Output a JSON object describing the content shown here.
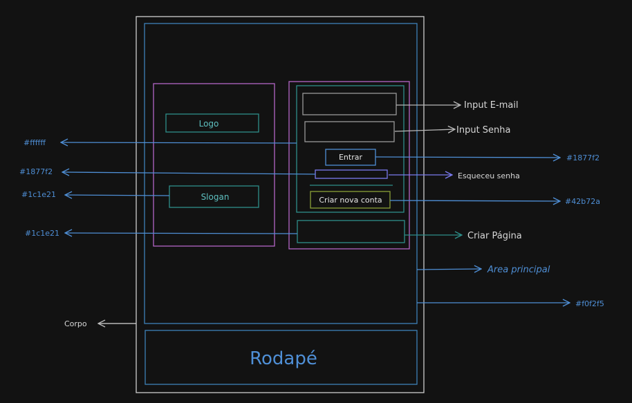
{
  "colors": {
    "background": "#121212",
    "body_outline": "#cfcfcf",
    "main_outline": "#3d82b8",
    "section_outline": "#b466c7",
    "inner_outline": "#2e8f8a",
    "field_outline": "#9a9a9a",
    "button_outline": "#4f8fd6",
    "forgot_outline": "#7b7bf0",
    "create_account_outline": "#8aa038",
    "divider": "#2e8f8a",
    "label_blue": "#4f8fd6",
    "label_light": "#d8d8d8",
    "text_teal": "#5ec0c0"
  },
  "wireframe": {
    "logo": "Logo",
    "slogan": "Slogan",
    "enter_button": "Entrar",
    "create_account_button": "Criar nova conta",
    "footer": "Rodapé"
  },
  "annotations": {
    "input_email": "Input E-mail",
    "input_password": "Input Senha",
    "color_white": "#ffffff",
    "color_button_right": "#1877f2",
    "color_forgot_left": "#1877f2",
    "forgot_password": "Esqueceu senha",
    "color_left_section": "#1c1e21",
    "color_create_account": "#42b72a",
    "color_create_page": "#1c1e21",
    "create_page": "Criar Página",
    "main_area": "Area principal",
    "color_main_bg": "#f0f2f5",
    "body": "Corpo"
  }
}
